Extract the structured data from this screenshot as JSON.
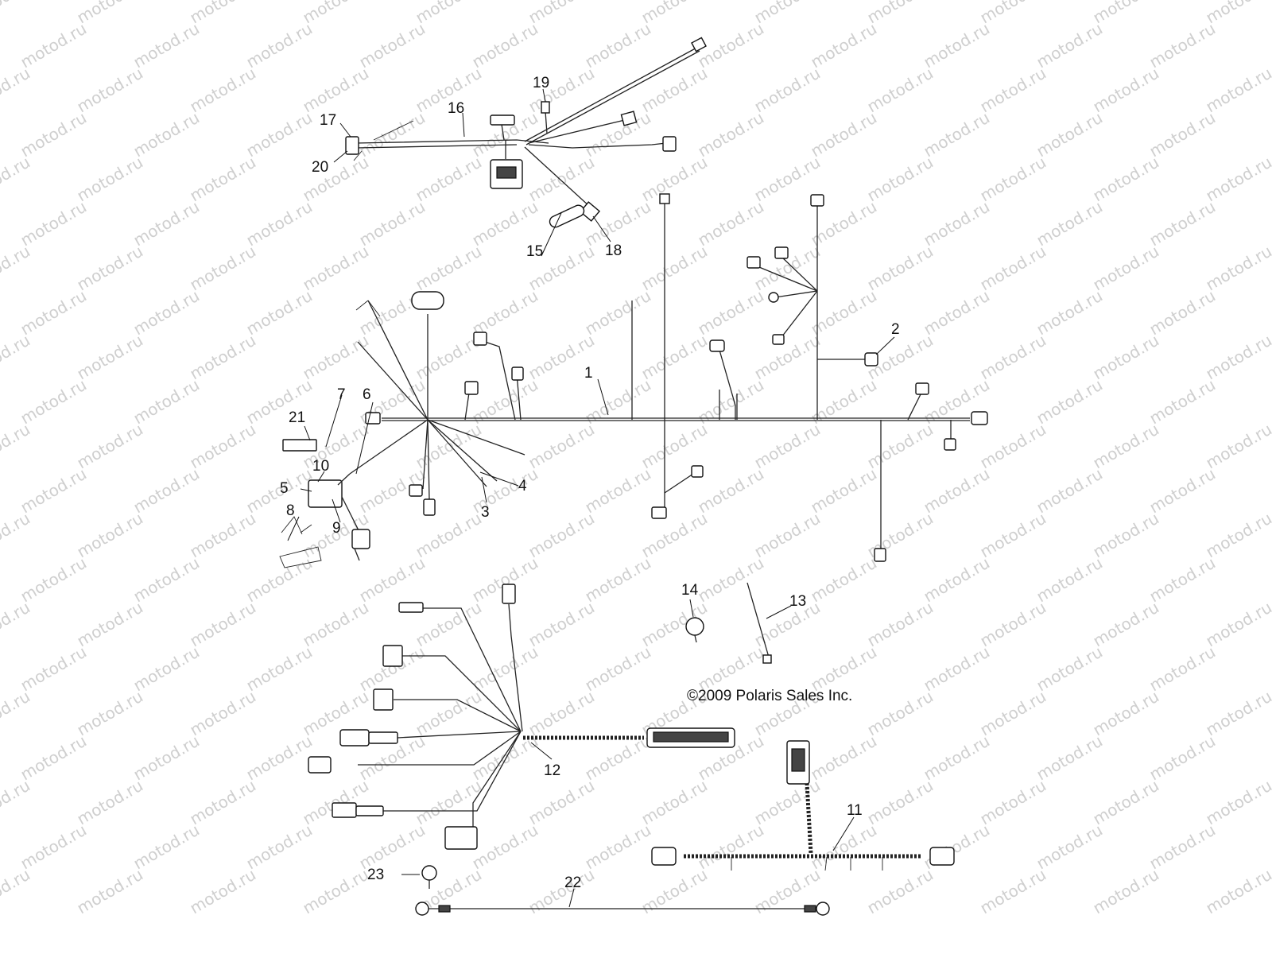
{
  "watermark": {
    "text": "motod.ru"
  },
  "copyright": {
    "text": "©2009 Polaris Sales Inc."
  },
  "callouts": [
    "1",
    "2",
    "3",
    "4",
    "5",
    "6",
    "7",
    "8",
    "9",
    "10",
    "11",
    "12",
    "13",
    "14",
    "15",
    "16",
    "17",
    "18",
    "19",
    "20",
    "21",
    "22",
    "23"
  ]
}
